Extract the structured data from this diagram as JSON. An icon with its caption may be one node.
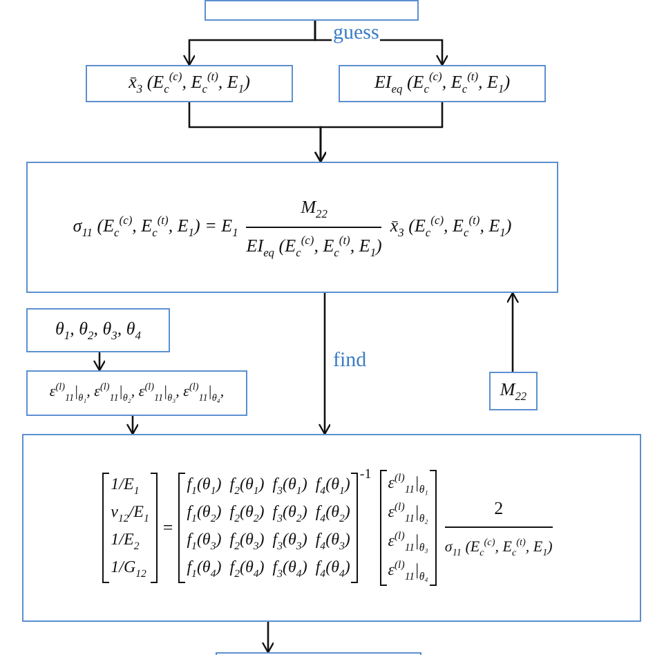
{
  "diagram": {
    "nodes": [
      {
        "text": [],
        "shape": "box"
      },
      {
        "text": [
          "x̄$_{3}$ (E$_{c}$$^{(c)}$, E$_{c}$$^{(t)}$, E$_{1}$)"
        ]
      },
      {
        "text": [
          "EI$_{eq}$ (E$_{c}$$^{(c)}$, E$_{c}$$^{(t)}$, E$_{1}$)"
        ]
      },
      {
        "text": [
          "σ$_{11}$ (E$_{c}$$^{(c)}$, E$_{c}$$^{(t)}$, E$_{1}$) = E$_{1}$",
          "M$_{22}$",
          "EI$_{eq}$ (E$_{c}$$^{(c)}$, E$_{c}$$^{(t)}$, E$_{1}$)",
          "x̄$_{3}$ (E$_{c}$$^{(c)}$, E$_{c}$$^{(t)}$, E$_{1}$)"
        ]
      },
      {
        "text": [
          "θ$_{1}$, θ$_{2}$, θ$_{3}$, θ$_{4}$"
        ]
      },
      {
        "text": [
          "ε$^{(l)}$$_{11}$|$_{θ₁}$, ε$^{(l)}$$_{11}$|$_{θ₂}$, ε$^{(l)}$$_{11}$|$_{θ₃}$, ε$^{(l)}$$_{11}$|$_{θ₄}$,"
        ]
      },
      {
        "text": [
          "M$_{22}$"
        ]
      },
      {
        "text": [
          "1/E$_{1}$",
          "ν$_{12}$/E$_{1}$",
          "1/E$_{2}$",
          "1/G$_{12}$",
          "=",
          "f$_{1}$(θ$_{1}$)",
          "f$_{2}$(θ$_{1}$)",
          "f$_{3}$(θ$_{1}$)",
          "f$_{4}$(θ$_{1}$)",
          "f$_{1}$(θ$_{2}$)",
          "f$_{2}$(θ$_{2}$)",
          "f$_{3}$(θ$_{2}$)",
          "f$_{4}$(θ$_{2}$)",
          "f$_{1}$(θ$_{3}$)",
          "f$_{2}$(θ$_{3}$)",
          "f$_{3}$(θ$_{3}$)",
          "f$_{4}$(θ$_{3}$)",
          "f$_{1}$(θ$_{4}$)",
          "f$_{2}$(θ$_{4}$)",
          "f$_{3}$(θ$_{4}$)",
          "f$_{4}$(θ$_{4}$)",
          "-1",
          "ε$^{(l)}$$_{11}$|$_{θ₁}$",
          "ε$^{(l)}$$_{11}$|$_{θ₂}$",
          "ε$^{(l)}$$_{11}$|$_{θ₃}$",
          "ε$^{(l)}$$_{11}$|$_{θ₄}$",
          "2",
          "σ$_{11}$ (E$_{c}$$^{(c)}$, E$_{c}$$^{(t)}$, E$_{1}$)"
        ]
      },
      {
        "text": [],
        "shape": "box"
      }
    ],
    "edges": [
      {
        "from": 0,
        "to": 1,
        "arrow": "to",
        "label": "guess"
      },
      {
        "from": 0,
        "to": 2,
        "arrow": "to"
      },
      {
        "from": 1,
        "to": 3,
        "arrow": "to"
      },
      {
        "from": 2,
        "to": 3,
        "arrow": "to"
      },
      {
        "from": 4,
        "to": 5,
        "arrow": "to"
      },
      {
        "from": 5,
        "to": 7,
        "arrow": "to"
      },
      {
        "from": 3,
        "to": 7,
        "arrow": "to",
        "label": "find"
      },
      {
        "from": 6,
        "to": 3,
        "arrow": "to"
      },
      {
        "from": 7,
        "to": 8,
        "arrow": "to"
      }
    ]
  }
}
